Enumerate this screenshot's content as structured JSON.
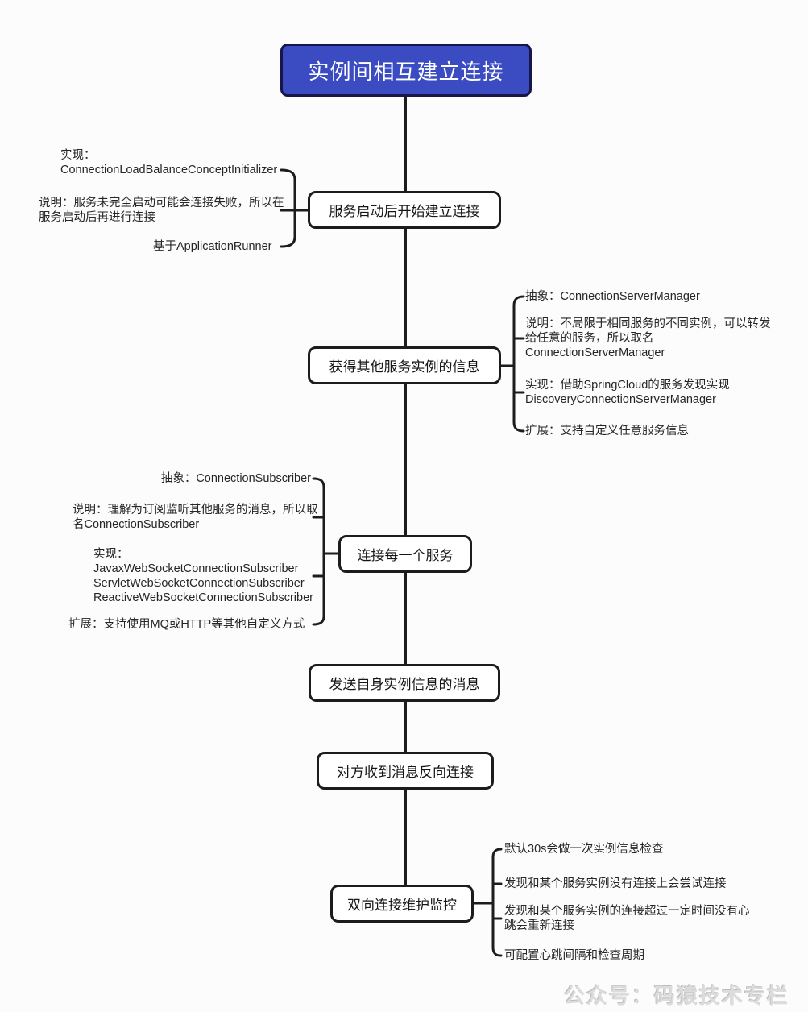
{
  "colors": {
    "canvas_bg": "#fcfcfc",
    "line": "#1c1c1c",
    "box_bg": "#ffffff",
    "title_bg": "#3b4cc2",
    "title_border": "#16164a"
  },
  "title": "实例间相互建立连接",
  "flow_nodes": [
    {
      "label": "服务启动后开始建立连接"
    },
    {
      "label": "获得其他服务实例的信息"
    },
    {
      "label": "连接每一个服务"
    },
    {
      "label": "发送自身实例信息的消息"
    },
    {
      "label": "对方收到消息反向连接"
    },
    {
      "label": "双向连接维护监控"
    }
  ],
  "annotations": {
    "startup": [
      "实现：\nConnectionLoadBalanceConceptInitializer",
      "说明：服务未完全启动可能会连接失败，所以在\n服务启动后再进行连接",
      "基于ApplicationRunner"
    ],
    "server_manager": [
      "抽象：ConnectionServerManager",
      "说明：不局限于相同服务的不同实例，可以转发\n给任意的服务，所以取名\nConnectionServerManager",
      "实现：借助SpringCloud的服务发现实现\nDiscoveryConnectionServerManager",
      "扩展：支持自定义任意服务信息"
    ],
    "subscriber": [
      "抽象：ConnectionSubscriber",
      "说明：理解为订阅监听其他服务的消息，所以取\n名ConnectionSubscriber",
      "实现：\nJavaxWebSocketConnectionSubscriber\nServletWebSocketConnectionSubscriber\nReactiveWebSocketConnectionSubscriber",
      "扩展：支持使用MQ或HTTP等其他自定义方式"
    ],
    "monitor": [
      "默认30s会做一次实例信息检查",
      "发现和某个服务实例没有连接上会尝试连接",
      "发现和某个服务实例的连接超过一定时间没有心\n跳会重新连接",
      "可配置心跳间隔和检查周期"
    ]
  },
  "watermark": "公众号：码猿技术专栏"
}
